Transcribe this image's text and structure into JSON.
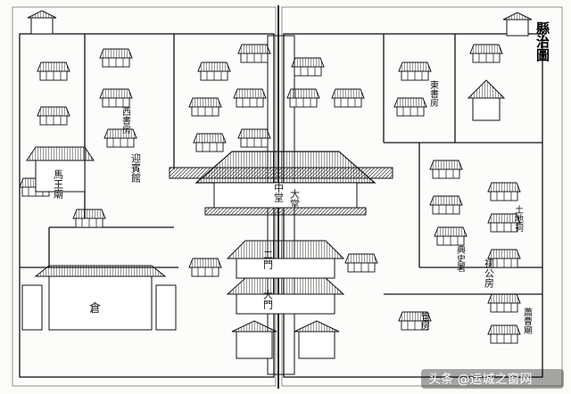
{
  "page": {
    "title": "縣治圖"
  },
  "labels": {
    "ma_wang_miao": "馬王廟",
    "ying_bin_guan": "迎賓館",
    "xi_shu_fang": "西書房",
    "dong_shu_fang": "東書房",
    "cang": "倉",
    "zhong_tang": "中堂",
    "da_tang": "大堂",
    "er_men": "二門",
    "da_men": "大門",
    "tu_di_ci": "土地祠",
    "dian_shi_shu": "典史署",
    "ci_gong_fang": "祠公房",
    "xiao_cao_miao": "蕭曹廟",
    "guan_fang": "管房"
  },
  "watermark": {
    "text": "头条 @运城之窗网"
  }
}
